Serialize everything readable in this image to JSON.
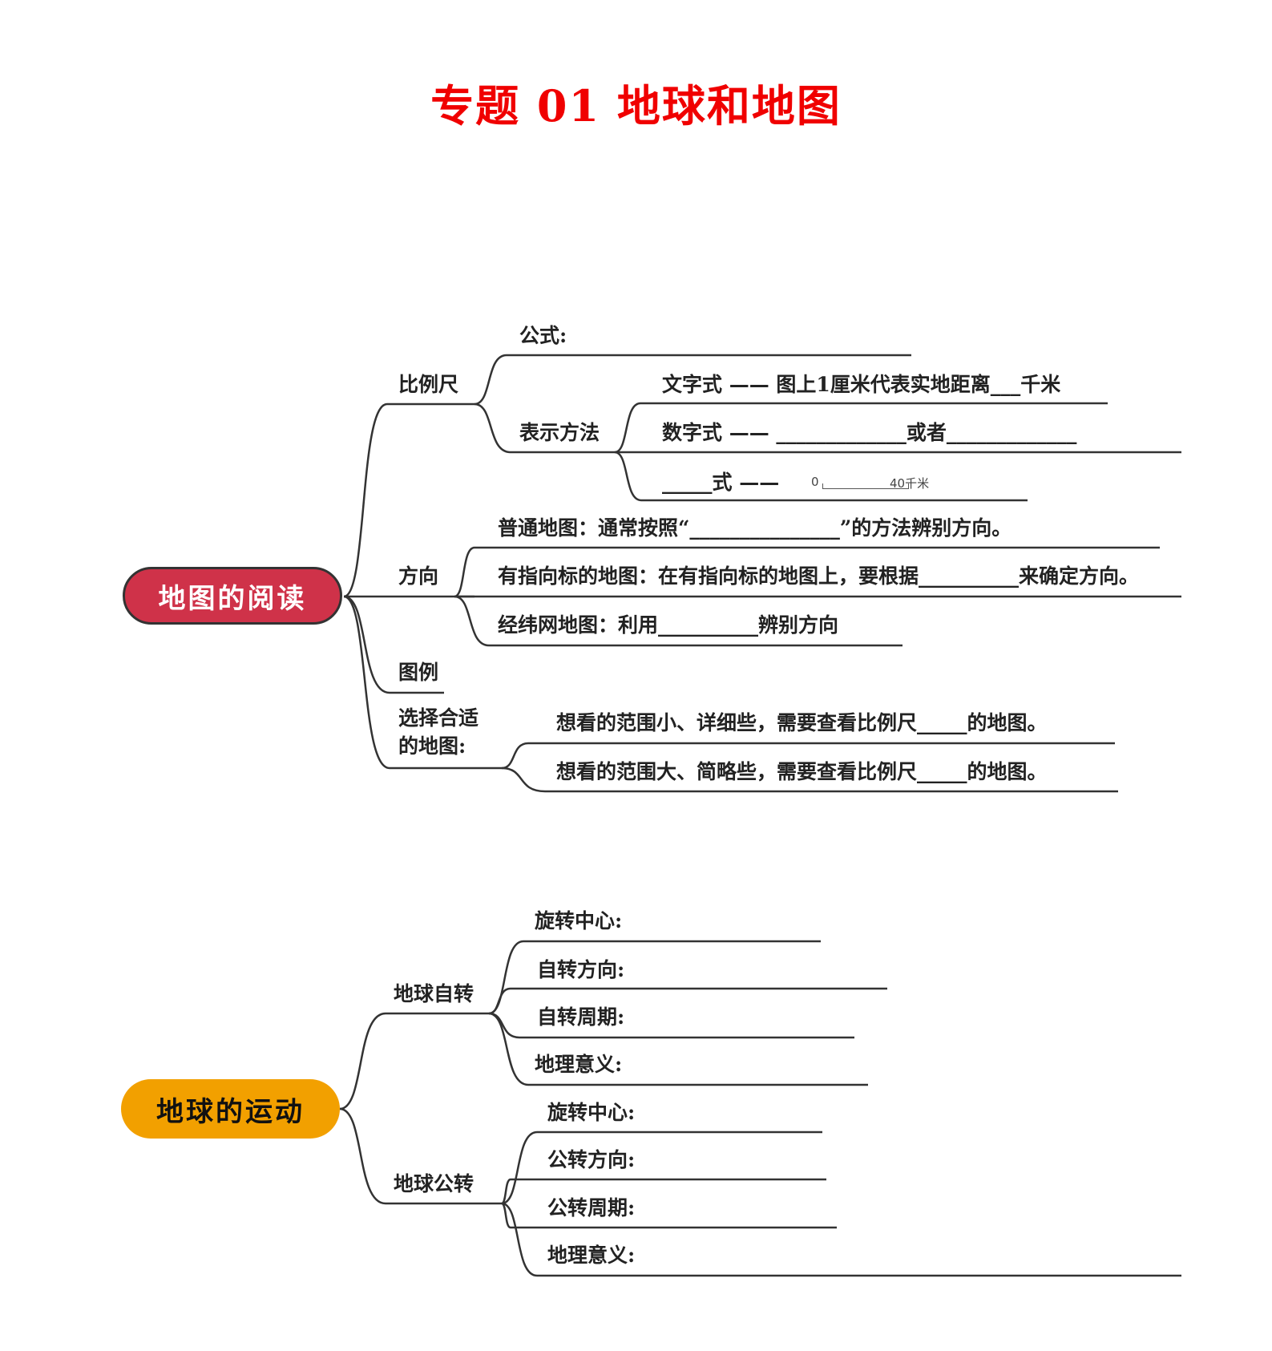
{
  "title": "专题 01  地球和地图",
  "colors": {
    "title": "#f00000",
    "map_reading": "#cf3249",
    "earth_motion": "#f2a000"
  },
  "map_reading": {
    "root": "地图的阅读",
    "scale": {
      "label": "比例尺",
      "formula": "公式:",
      "methods_label": "表示方法",
      "text_form": "文字式 —— 图上1厘米代表实地距离___千米",
      "number_form": "数字式 —— _____________或者_____________",
      "line_form": "_____式 ——",
      "scale_bar_start": "0",
      "scale_bar_end": "40千米"
    },
    "direction": {
      "label": "方向",
      "items": [
        "普通地图：通常按照“_______________”的方法辨别方向。",
        "有指向标的地图：在有指向标的地图上，要根据__________来确定方向。",
        "经纬网地图：利用__________辨别方向"
      ]
    },
    "legend": "图例",
    "choose": {
      "label_line1": "选择合适",
      "label_line2": "的地图:",
      "items": [
        "想看的范围小、详细些，需要查看比例尺_____的地图。",
        "想看的范围大、简略些，需要查看比例尺_____的地图。"
      ]
    }
  },
  "earth_motion": {
    "root": "地球的运动",
    "rotation": {
      "label": "地球自转",
      "items": [
        "旋转中心:",
        "自转方向:",
        "自转周期:",
        "地理意义:"
      ]
    },
    "revolution": {
      "label": "地球公转",
      "items": [
        "旋转中心:",
        "公转方向:",
        "公转周期:",
        "地理意义:"
      ]
    }
  }
}
